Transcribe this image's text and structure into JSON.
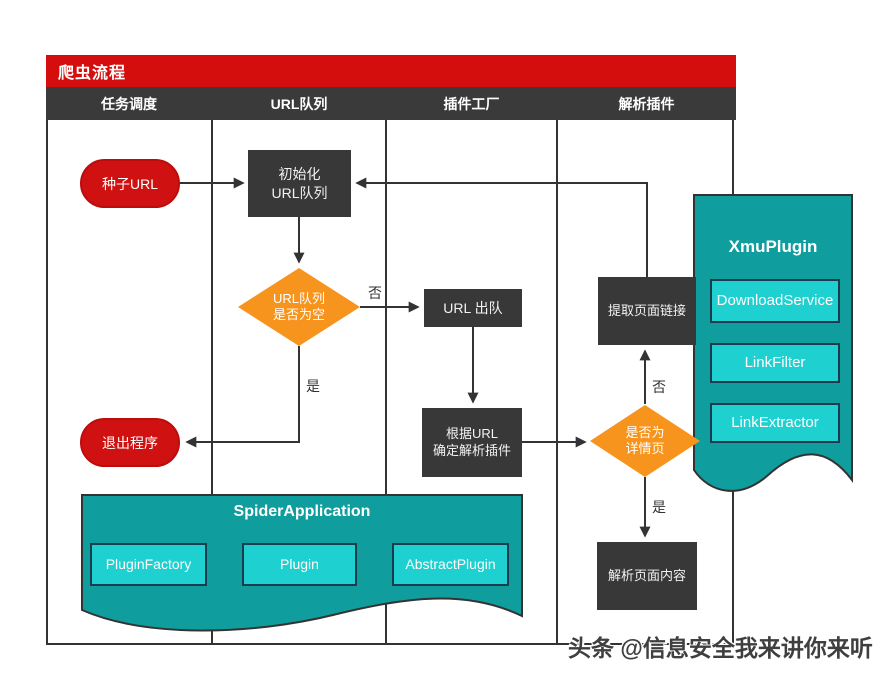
{
  "title": "爬虫流程",
  "lanes": [
    "任务调度",
    "URL队列",
    "插件工厂",
    "解析插件"
  ],
  "nodes": {
    "seed": "种子URL",
    "exit": "退出程序",
    "init_line1": "初始化",
    "init_line2": "URL队列",
    "dequeue": "URL 出队",
    "resolve_line1": "根据URL",
    "resolve_line2": "确定解析插件",
    "extract": "提取页面链接",
    "parse": "解析页面内容",
    "d1_line1": "URL队列",
    "d1_line2": "是否为空",
    "d2_line1": "是否为",
    "d2_line2": "详情页"
  },
  "edge_labels": {
    "d1_no": "否",
    "d1_yes": "是",
    "d2_no": "否",
    "d2_yes": "是"
  },
  "containers": {
    "xmu": {
      "title": "XmuPlugin",
      "items": [
        "DownloadService",
        "LinkFilter",
        "LinkExtractor"
      ]
    },
    "spider": {
      "title": "SpiderApplication",
      "items": [
        "PluginFactory",
        "Plugin",
        "AbstractPlugin"
      ]
    }
  },
  "watermark": "头条 @信息安全我来讲你来听",
  "colors": {
    "header_red": "#d40d0d",
    "pill_red": "#cf1111",
    "lane_dark": "#3a3a3a",
    "box_dark": "#383838",
    "diamond_orange": "#f7941e",
    "teal": "#0f9d9d",
    "teal_light": "#1ed0d0",
    "line": "#333333"
  }
}
